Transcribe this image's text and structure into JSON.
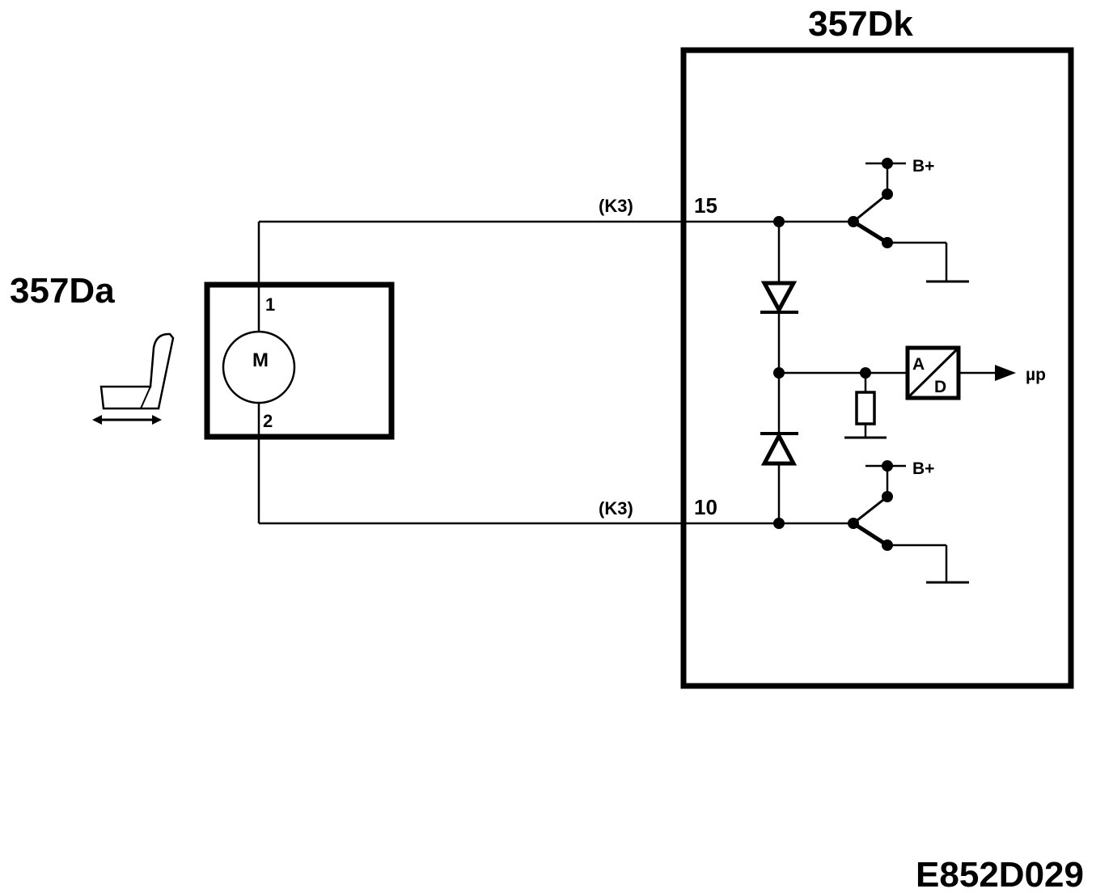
{
  "module_left": {
    "label": "357Da",
    "motor_label": "M",
    "pin_top": "1",
    "pin_bottom": "2"
  },
  "module_right": {
    "label": "357Dk",
    "pin_top": "15",
    "pin_bottom": "10"
  },
  "connectors": {
    "top": "(K3)",
    "bottom": "(K3)"
  },
  "supply": {
    "top": "B+",
    "bottom": "B+"
  },
  "adc": {
    "a": "A",
    "d": "D"
  },
  "output": "µp",
  "figure_code": "E852D029",
  "colors": {
    "ink": "#000000",
    "paper": "#ffffff"
  }
}
